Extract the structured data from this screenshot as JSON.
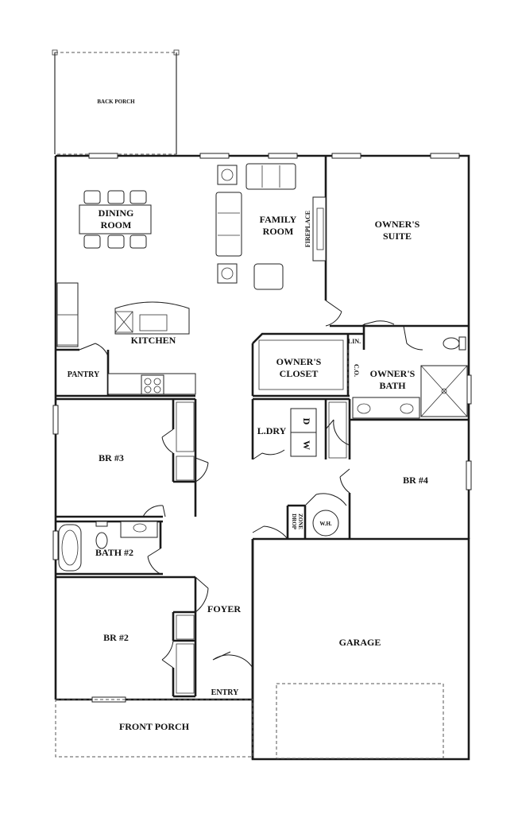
{
  "rooms": {
    "back_porch": "BACK PORCH",
    "dining_line1": "DINING",
    "dining_line2": "ROOM",
    "family_line1": "FAMILY",
    "family_line2": "ROOM",
    "fireplace": "FIREPLACE",
    "owners_suite_line1": "OWNER'S",
    "owners_suite_line2": "SUITE",
    "kitchen": "KITCHEN",
    "pantry": "PANTRY",
    "owners_closet_line1": "OWNER'S",
    "owners_closet_line2": "CLOSET",
    "linen": "LIN.",
    "closet_co": "C.O.",
    "owners_bath_line1": "OWNER'S",
    "owners_bath_line2": "BATH",
    "laundry": "L.DRY",
    "dryer": "D",
    "washer": "W",
    "br3": "BR #3",
    "br4": "BR #4",
    "drop_zone_line1": "DROP",
    "drop_zone_line2": "ZONE",
    "water_heater": "W.H.",
    "bath2": "BATH #2",
    "foyer": "FOYER",
    "br2": "BR #2",
    "garage": "GARAGE",
    "entry": "ENTRY",
    "front_porch": "FRONT PORCH"
  }
}
